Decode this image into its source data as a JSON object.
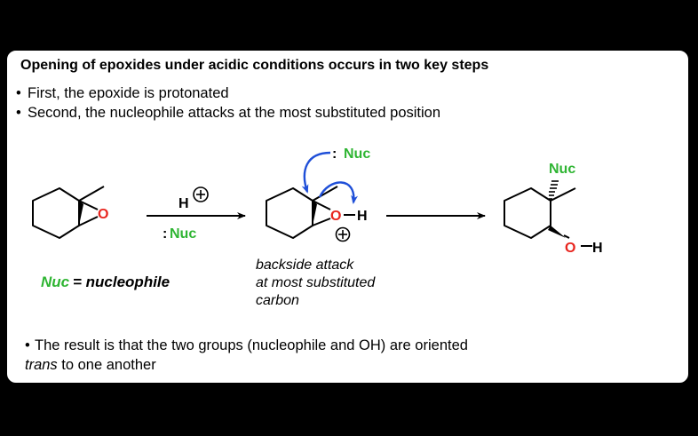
{
  "title": "Opening of epoxides under acidic conditions occurs in two key steps",
  "bullets": [
    {
      "marker": "•",
      "text": "First, the epoxide is protonated"
    },
    {
      "marker": "•",
      "text": "Second, the nucleophile attacks at the most substituted position"
    }
  ],
  "reagents": {
    "acid": "H",
    "plus": "+",
    "colon": ":",
    "nucleophile": "Nuc"
  },
  "atoms": {
    "oxygen": "O",
    "hydrogen": "H",
    "bond_dash": "–"
  },
  "definition": {
    "term": "Nuc",
    "equals": " = nucleophile"
  },
  "annotation": {
    "line1": "backside attack",
    "line2": "at most substituted",
    "line3": "carbon"
  },
  "conclusion": {
    "marker": "•",
    "line1": "The result is that the two groups (nucleophile and OH) are oriented",
    "line2_italic": "trans",
    "line2_rest": " to one another"
  },
  "colors": {
    "oxygen": "#e8251e",
    "nucleophile": "#2fb533",
    "arrow": "#1f4fd8",
    "ink": "#000000",
    "background": "#ffffff"
  }
}
